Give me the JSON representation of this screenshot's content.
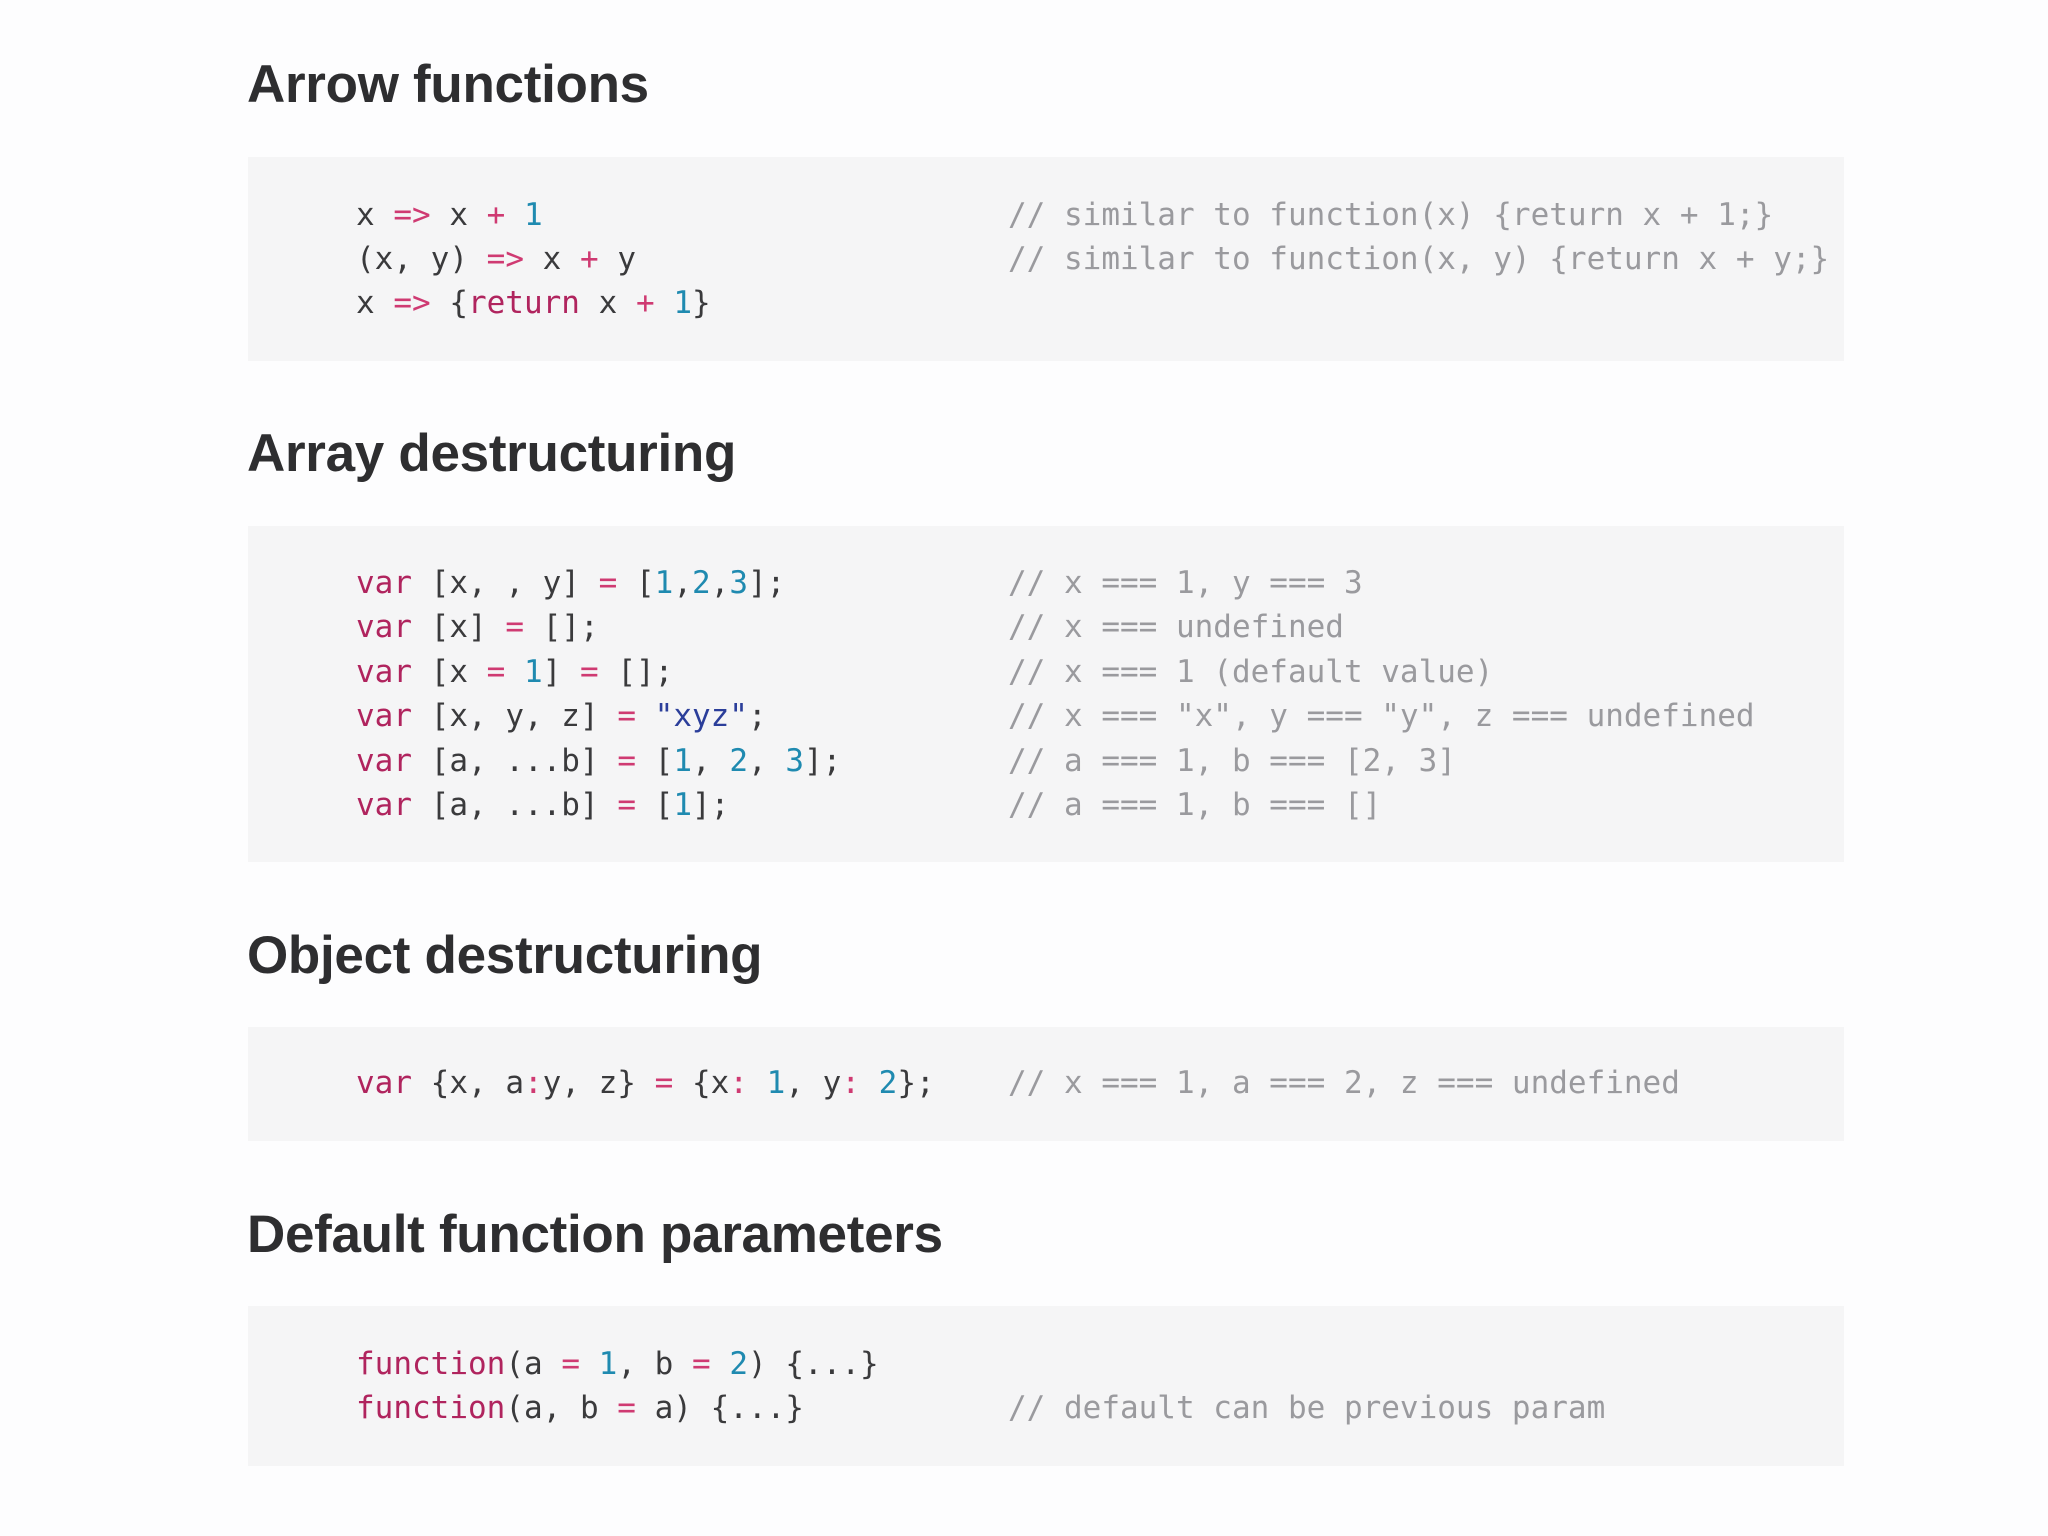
{
  "colors": {
    "page_background": "#fdfdfe",
    "code_background": "#f5f5f6",
    "heading": "#2e2e30",
    "code_text": "#3a3a3c",
    "keyword": "#b0245e",
    "operator": "#cf3a72",
    "number": "#1f8ab0",
    "string": "#2b3e9a",
    "comment": "#9a9a9e"
  },
  "sections": [
    {
      "title": "Arrow functions",
      "lines": [
        {
          "tokens": [
            {
              "t": "x ",
              "k": "plain"
            },
            {
              "t": "=>",
              "k": "op"
            },
            {
              "t": " x ",
              "k": "plain"
            },
            {
              "t": "+",
              "k": "op"
            },
            {
              "t": " ",
              "k": "plain"
            },
            {
              "t": "1",
              "k": "num"
            }
          ],
          "comment": "// similar to function(x) {return x + 1;}"
        },
        {
          "tokens": [
            {
              "t": "(x, y) ",
              "k": "plain"
            },
            {
              "t": "=>",
              "k": "op"
            },
            {
              "t": " x ",
              "k": "plain"
            },
            {
              "t": "+",
              "k": "op"
            },
            {
              "t": " y",
              "k": "plain"
            }
          ],
          "comment": "// similar to function(x, y) {return x + y;}"
        },
        {
          "tokens": [
            {
              "t": "x ",
              "k": "plain"
            },
            {
              "t": "=>",
              "k": "op"
            },
            {
              "t": " {",
              "k": "plain"
            },
            {
              "t": "return",
              "k": "kw"
            },
            {
              "t": " x ",
              "k": "plain"
            },
            {
              "t": "+",
              "k": "op"
            },
            {
              "t": " ",
              "k": "plain"
            },
            {
              "t": "1",
              "k": "num"
            },
            {
              "t": "}",
              "k": "plain"
            }
          ],
          "comment": ""
        }
      ]
    },
    {
      "title": "Array destructuring",
      "lines": [
        {
          "tokens": [
            {
              "t": "var",
              "k": "kw"
            },
            {
              "t": " [x, , y] ",
              "k": "plain"
            },
            {
              "t": "=",
              "k": "op"
            },
            {
              "t": " [",
              "k": "plain"
            },
            {
              "t": "1",
              "k": "num"
            },
            {
              "t": ",",
              "k": "plain"
            },
            {
              "t": "2",
              "k": "num"
            },
            {
              "t": ",",
              "k": "plain"
            },
            {
              "t": "3",
              "k": "num"
            },
            {
              "t": "];",
              "k": "plain"
            }
          ],
          "comment": "// x === 1, y === 3"
        },
        {
          "tokens": [
            {
              "t": "var",
              "k": "kw"
            },
            {
              "t": " [x] ",
              "k": "plain"
            },
            {
              "t": "=",
              "k": "op"
            },
            {
              "t": " [];",
              "k": "plain"
            }
          ],
          "comment": "// x === undefined"
        },
        {
          "tokens": [
            {
              "t": "var",
              "k": "kw"
            },
            {
              "t": " [x ",
              "k": "plain"
            },
            {
              "t": "=",
              "k": "op"
            },
            {
              "t": " ",
              "k": "plain"
            },
            {
              "t": "1",
              "k": "num"
            },
            {
              "t": "] ",
              "k": "plain"
            },
            {
              "t": "=",
              "k": "op"
            },
            {
              "t": " [];",
              "k": "plain"
            }
          ],
          "comment": "// x === 1 (default value)"
        },
        {
          "tokens": [
            {
              "t": "var",
              "k": "kw"
            },
            {
              "t": " [x, y, z] ",
              "k": "plain"
            },
            {
              "t": "=",
              "k": "op"
            },
            {
              "t": " ",
              "k": "plain"
            },
            {
              "t": "\"xyz\"",
              "k": "str"
            },
            {
              "t": ";",
              "k": "plain"
            }
          ],
          "comment": "// x === \"x\", y === \"y\", z === undefined"
        },
        {
          "tokens": [
            {
              "t": "var",
              "k": "kw"
            },
            {
              "t": " [a, ...b] ",
              "k": "plain"
            },
            {
              "t": "=",
              "k": "op"
            },
            {
              "t": " [",
              "k": "plain"
            },
            {
              "t": "1",
              "k": "num"
            },
            {
              "t": ", ",
              "k": "plain"
            },
            {
              "t": "2",
              "k": "num"
            },
            {
              "t": ", ",
              "k": "plain"
            },
            {
              "t": "3",
              "k": "num"
            },
            {
              "t": "];",
              "k": "plain"
            }
          ],
          "comment": "// a === 1, b === [2, 3]"
        },
        {
          "tokens": [
            {
              "t": "var",
              "k": "kw"
            },
            {
              "t": " [a, ...b] ",
              "k": "plain"
            },
            {
              "t": "=",
              "k": "op"
            },
            {
              "t": " [",
              "k": "plain"
            },
            {
              "t": "1",
              "k": "num"
            },
            {
              "t": "];",
              "k": "plain"
            }
          ],
          "comment": "// a === 1, b === []"
        }
      ]
    },
    {
      "title": "Object destructuring",
      "lines": [
        {
          "tokens": [
            {
              "t": "var",
              "k": "kw"
            },
            {
              "t": " {x, a",
              "k": "plain"
            },
            {
              "t": ":",
              "k": "op"
            },
            {
              "t": "y, z} ",
              "k": "plain"
            },
            {
              "t": "=",
              "k": "op"
            },
            {
              "t": " {x",
              "k": "plain"
            },
            {
              "t": ":",
              "k": "op"
            },
            {
              "t": " ",
              "k": "plain"
            },
            {
              "t": "1",
              "k": "num"
            },
            {
              "t": ", y",
              "k": "plain"
            },
            {
              "t": ":",
              "k": "op"
            },
            {
              "t": " ",
              "k": "plain"
            },
            {
              "t": "2",
              "k": "num"
            },
            {
              "t": "};",
              "k": "plain"
            }
          ],
          "comment": "// x === 1, a === 2, z === undefined"
        }
      ]
    },
    {
      "title": "Default function parameters",
      "lines": [
        {
          "tokens": [
            {
              "t": "function",
              "k": "kw"
            },
            {
              "t": "(a ",
              "k": "plain"
            },
            {
              "t": "=",
              "k": "op"
            },
            {
              "t": " ",
              "k": "plain"
            },
            {
              "t": "1",
              "k": "num"
            },
            {
              "t": ", b ",
              "k": "plain"
            },
            {
              "t": "=",
              "k": "op"
            },
            {
              "t": " ",
              "k": "plain"
            },
            {
              "t": "2",
              "k": "num"
            },
            {
              "t": ") {...}",
              "k": "plain"
            }
          ],
          "comment": ""
        },
        {
          "tokens": [
            {
              "t": "function",
              "k": "kw"
            },
            {
              "t": "(a, b ",
              "k": "plain"
            },
            {
              "t": "=",
              "k": "op"
            },
            {
              "t": " a) {...}",
              "k": "plain"
            }
          ],
          "comment": "// default can be previous param"
        }
      ]
    }
  ]
}
